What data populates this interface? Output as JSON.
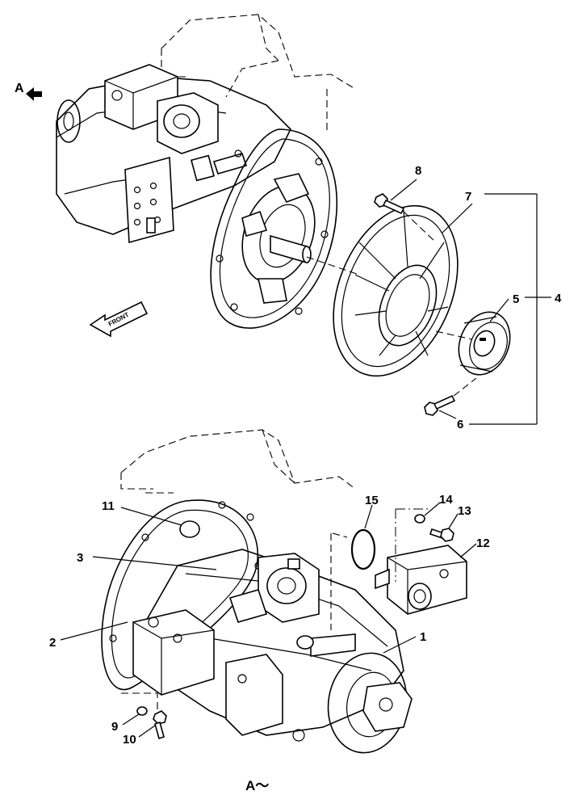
{
  "view_marker": {
    "label": "A",
    "bottom_label": "A～"
  },
  "front_arrow": {
    "label": "FRONT"
  },
  "callouts": [
    {
      "id": "c1",
      "text": "1"
    },
    {
      "id": "c2",
      "text": "2"
    },
    {
      "id": "c3",
      "text": "3"
    },
    {
      "id": "c4",
      "text": "4"
    },
    {
      "id": "c5",
      "text": "5"
    },
    {
      "id": "c6",
      "text": "6"
    },
    {
      "id": "c7",
      "text": "7"
    },
    {
      "id": "c8",
      "text": "8"
    },
    {
      "id": "c9",
      "text": "9"
    },
    {
      "id": "c10",
      "text": "10"
    },
    {
      "id": "c11",
      "text": "11"
    },
    {
      "id": "c12",
      "text": "12"
    },
    {
      "id": "c13",
      "text": "13"
    },
    {
      "id": "c14",
      "text": "14"
    },
    {
      "id": "c15",
      "text": "15"
    }
  ]
}
